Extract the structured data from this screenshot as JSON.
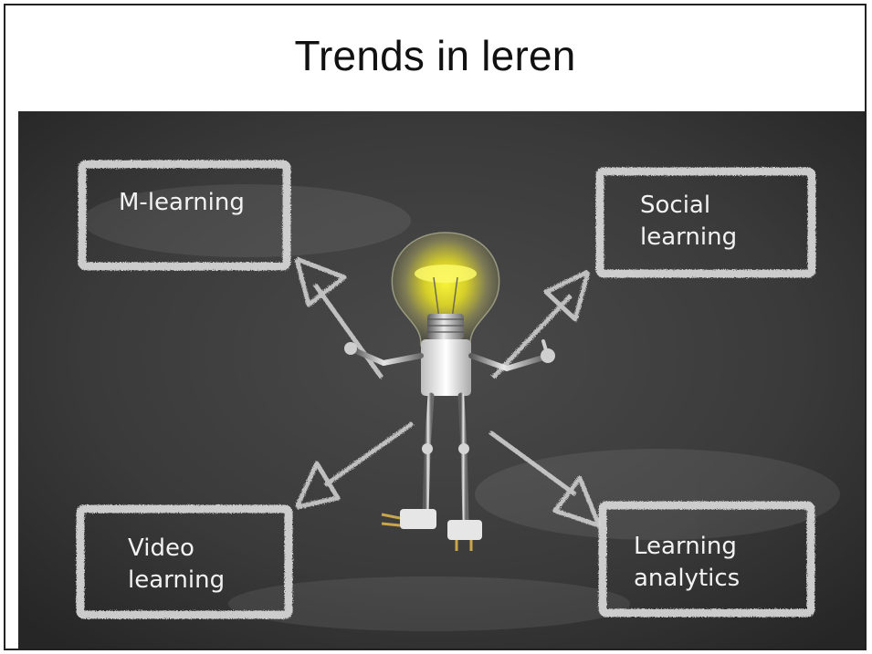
{
  "slide": {
    "title": "Trends in leren"
  },
  "topics": {
    "top_left": "M-learning",
    "top_right": "Social\nlearning",
    "bottom_left": "Video\nlearning",
    "bottom_right": "Learning\nanalytics"
  }
}
